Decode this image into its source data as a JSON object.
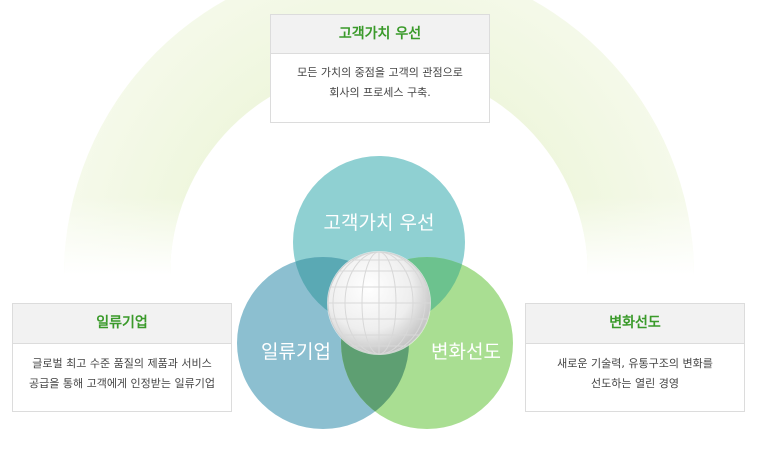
{
  "colors": {
    "accent_green": "#3a9a2a",
    "circle_top": "#8fd0d2",
    "circle_left": "#8cbfd0",
    "circle_right": "#a9de92"
  },
  "top_box": {
    "title": "고객가치 우선",
    "lines": [
      "모든 가치의 중점을 고객의 관점으로",
      "회사의 프로세스 구축."
    ]
  },
  "left_box": {
    "title": "일류기업",
    "lines": [
      "글로벌 최고 수준 품질의 제품과 서비스",
      "공급을 통해 고객에게 인정받는 일류기업"
    ]
  },
  "right_box": {
    "title": "변화선도",
    "lines": [
      "새로운 기술력, 유통구조의 변화를",
      "선도하는 열린 경영"
    ]
  },
  "circles": {
    "top_label": "고객가치 우선",
    "left_label": "일류기업",
    "right_label": "변화선도"
  },
  "center_icon": "globe-icon"
}
